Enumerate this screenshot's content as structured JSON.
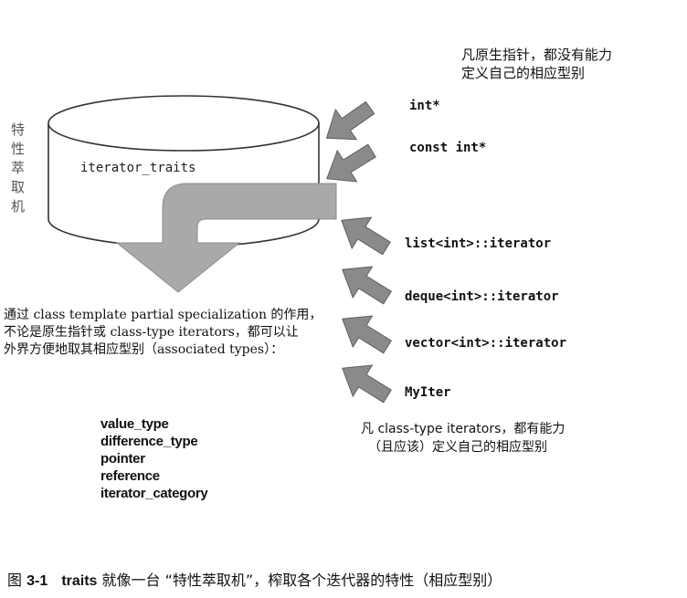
{
  "top_note": {
    "line1": "凡原生指针，都没有能力",
    "line2": "定义自己的相应型别"
  },
  "side_label": [
    "特",
    "性",
    "萃",
    "取",
    "机"
  ],
  "cylinder_label": "iterator_traits",
  "inputs": [
    "int*",
    "const int*",
    "list<int>::iterator",
    "deque<int>::iterator",
    "vector<int>::iterator",
    "MyIter"
  ],
  "description": {
    "line1": "通过 class template partial specialization 的作用，",
    "line2": "不论是原生指针或 class-type iterators，都可以让",
    "line3": "外界方便地取其相应型别（associated types）："
  },
  "associated_types": [
    "value_type",
    "difference_type",
    "pointer",
    "reference",
    "iterator_category"
  ],
  "bottom_note": {
    "line1": "凡 class-type iterators，都有能力",
    "line2": "（且应该）定义自己的相应型别"
  },
  "caption": {
    "figure_label": "图",
    "figure_number": "3-1",
    "keyword": "traits",
    "text": "就像一台 “特性萃取机”，榨取各个迭代器的特性（相应型别）"
  },
  "colors": {
    "arrow_fill": "#8a8a8a",
    "arrow_dark": "#5e5e5e",
    "output_arrow": "#a9a9a9",
    "cylinder_stroke": "#333333"
  }
}
